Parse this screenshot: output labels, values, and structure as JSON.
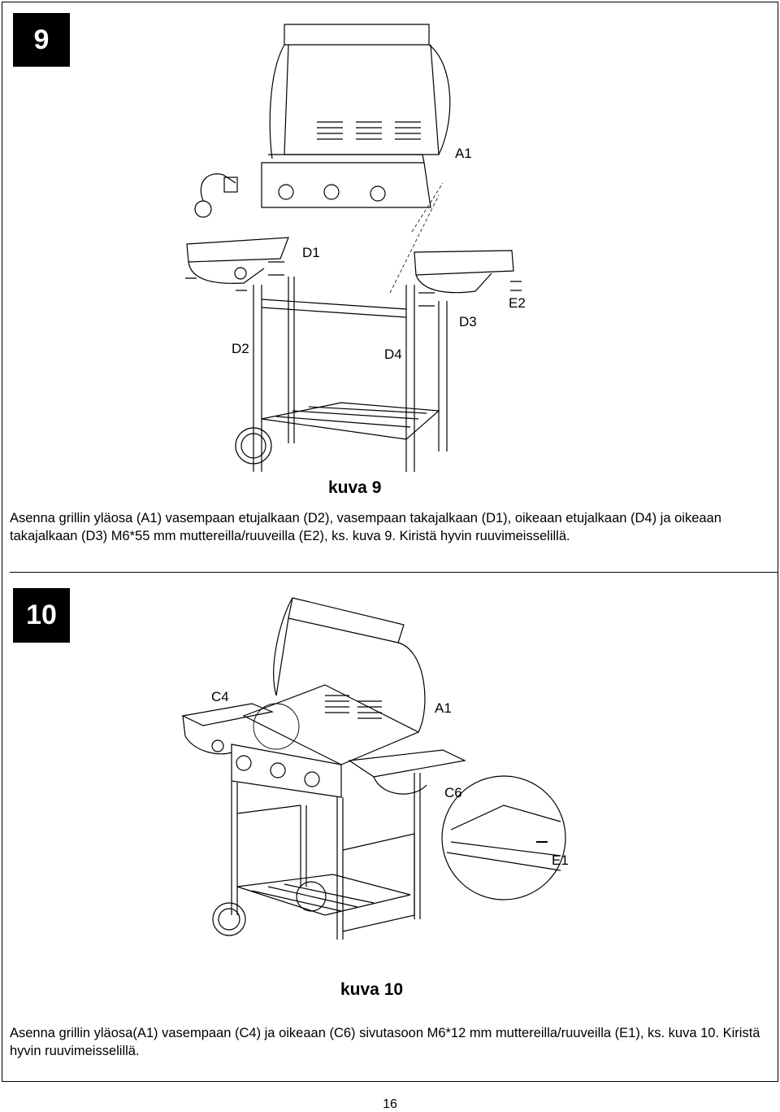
{
  "step9": {
    "number": "9",
    "labels": {
      "a1": "A1",
      "d1": "D1",
      "e2": "E2",
      "d3": "D3",
      "d2": "D2",
      "d4": "D4"
    },
    "caption": "kuva 9",
    "text": "Asenna grillin yläosa (A1) vasempaan etujalkaan (D2), vasempaan takajalkaan (D1), oikeaan etujalkaan (D4) ja oikeaan takajalkaan (D3) M6*55 mm muttereilla/ruuveilla (E2), ks. kuva 9. Kiristä hyvin ruuvimeisselillä."
  },
  "step10": {
    "number": "10",
    "labels": {
      "c4": "C4",
      "a1": "A1",
      "c6": "C6",
      "e1": "E1"
    },
    "caption": "kuva 10",
    "text": "Asenna grillin yläosa(A1) vasempaan (C4) ja oikeaan (C6) sivutasoon M6*12 mm muttereilla/ruuveilla (E1), ks. kuva 10. Kiristä hyvin ruuvimeisselillä."
  },
  "page_number": "16"
}
